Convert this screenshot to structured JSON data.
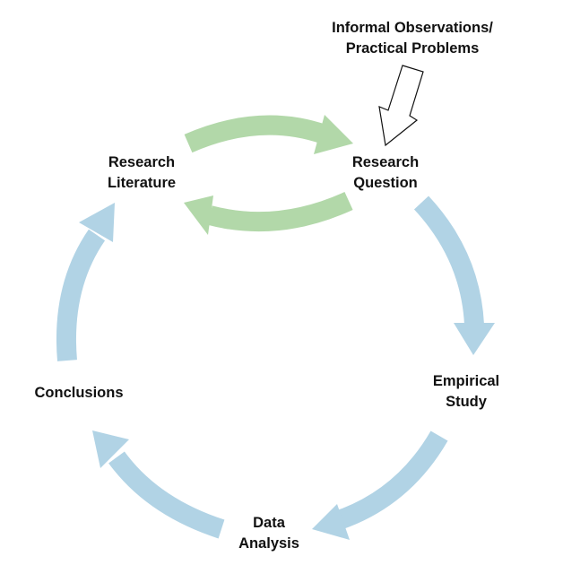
{
  "colors": {
    "green": "#b2d8a9",
    "blue": "#b1d3e5",
    "text": "#111111"
  },
  "nodes": {
    "observations": [
      "Informal Observations/",
      "Practical Problems"
    ],
    "question": [
      "Research",
      "Question"
    ],
    "literature": [
      "Research",
      "Literature"
    ],
    "empirical": [
      "Empirical",
      "Study"
    ],
    "analysis": [
      "Data",
      "Analysis"
    ],
    "conclusions": [
      "Conclusions"
    ]
  }
}
